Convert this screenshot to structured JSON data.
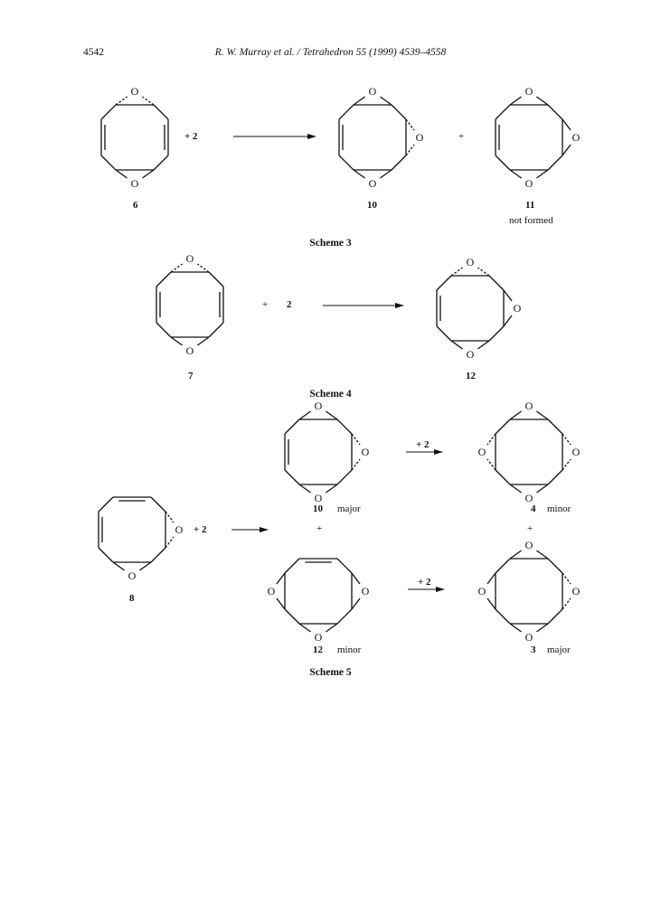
{
  "header": {
    "page_number": "4542",
    "running_head": "R. W. Murray et al. / Tetrahedron 55 (1999) 4539–4558"
  },
  "scheme3": {
    "caption": "Scheme 3",
    "reagent": "+ 2",
    "plus": "+",
    "compounds": [
      {
        "number": "6",
        "note": ""
      },
      {
        "number": "10",
        "note": ""
      },
      {
        "number": "11",
        "note": "not formed"
      }
    ]
  },
  "scheme4": {
    "caption": "Scheme 4",
    "reagent_plus": "+",
    "reagent_num": "2",
    "compounds": [
      {
        "number": "7"
      },
      {
        "number": "12"
      }
    ]
  },
  "scheme5": {
    "caption": "Scheme 5",
    "reagent": "+ 2",
    "arrow_reagent": "+ 2",
    "plus": "+",
    "compounds": [
      {
        "number": "8",
        "note": ""
      },
      {
        "number": "10",
        "note": "major"
      },
      {
        "number": "12",
        "note": "minor"
      },
      {
        "number": "4",
        "note": "minor"
      },
      {
        "number": "3",
        "note": "major"
      }
    ]
  },
  "atom_symbol": "O"
}
